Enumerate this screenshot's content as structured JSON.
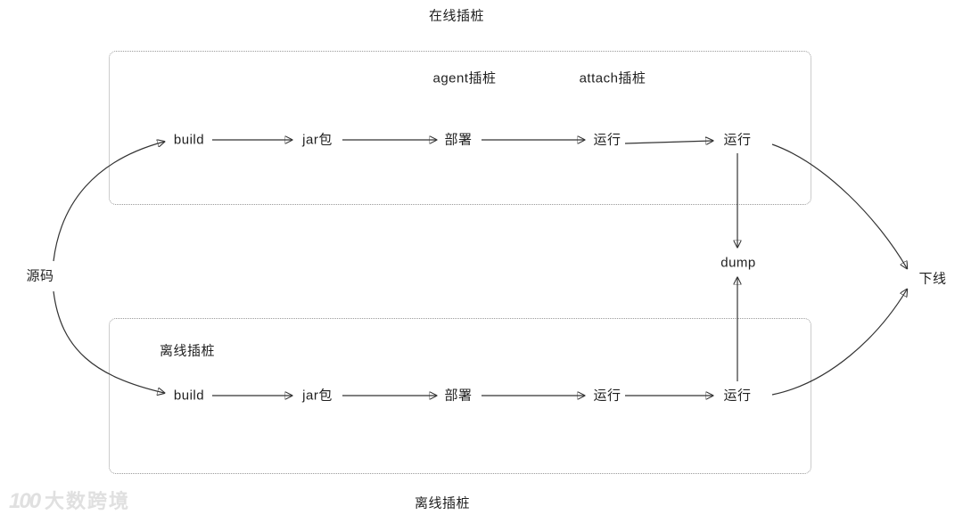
{
  "diagram": {
    "top_box_title": "在线插桩",
    "bottom_box_title": "离线插桩",
    "labels": {
      "agent": "agent插桩",
      "attach": "attach插桩",
      "offline_inner": "离线插桩",
      "source": "源码",
      "dump": "dump",
      "offline_exit": "下线"
    },
    "top_chain": [
      "build",
      "jar包",
      "部署",
      "运行",
      "运行"
    ],
    "bottom_chain": [
      "build",
      "jar包",
      "部署",
      "运行",
      "运行"
    ],
    "colors": {
      "line": "#333333",
      "box_border": "#9a9a9a",
      "text": "#1f1f1f",
      "watermark": "#e0e0e0"
    }
  },
  "watermark": {
    "icon": "100",
    "text": "大数跨境"
  }
}
